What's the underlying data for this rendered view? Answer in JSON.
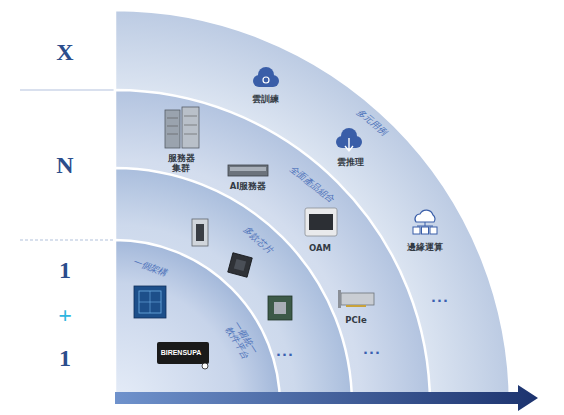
{
  "diagram": {
    "nodes": [
      {
        "text": [
          "雲訓練",
          "多元用例",
          "雲推理",
          "邊緣運算",
          "..."
        ]
      },
      {
        "text": [
          "服務器 集群",
          "AI服務器",
          "全面產品組合",
          "OAM",
          "PCIe",
          "..."
        ],
        "in": 0
      },
      {
        "text": [
          "多款芯片",
          "..."
        ],
        "in": 1
      },
      {
        "text": [
          "一個架構",
          "BIRENSUPA",
          "一個統一 軟件平台"
        ],
        "in": 2
      }
    ],
    "labels": [
      "X",
      "N",
      "1",
      "+",
      "1"
    ]
  }
}
